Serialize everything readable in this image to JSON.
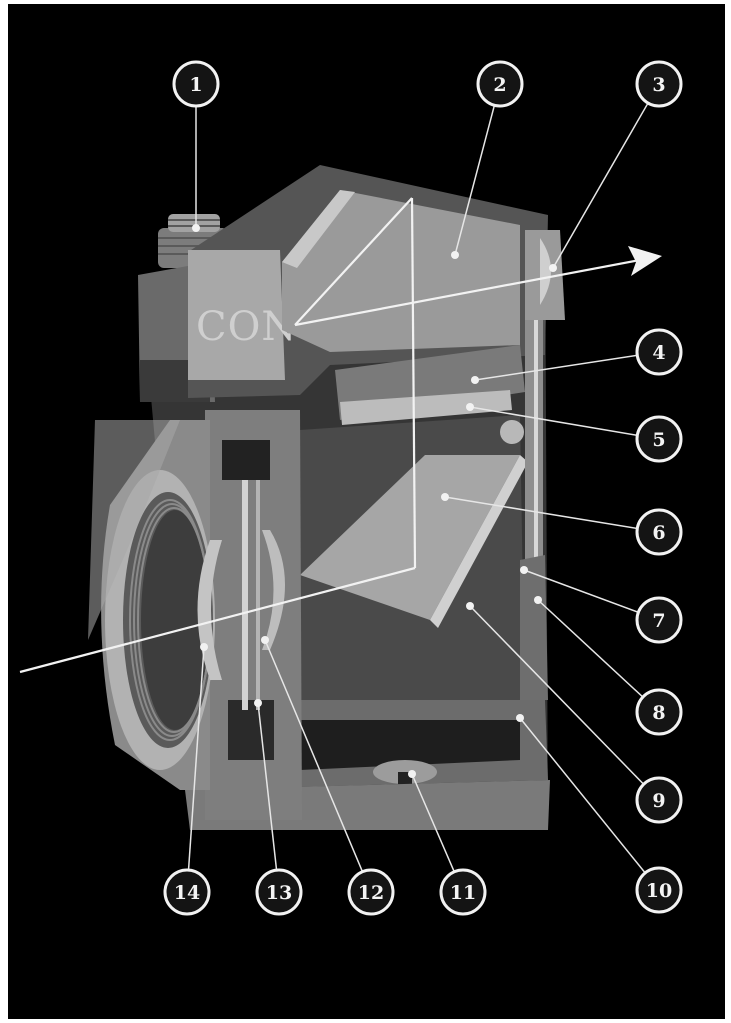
{
  "image": {
    "logo_text": "CONT",
    "background_color": "#000000",
    "body_color": "#8c8c8c",
    "light_color": "#b4b4b4",
    "dark_color": "#2a2a2a",
    "line_color": "#f2f2f2"
  },
  "callouts": [
    {
      "label": "1"
    },
    {
      "label": "2"
    },
    {
      "label": "3"
    },
    {
      "label": "4"
    },
    {
      "label": "5"
    },
    {
      "label": "6"
    },
    {
      "label": "7"
    },
    {
      "label": "8"
    },
    {
      "label": "9"
    },
    {
      "label": "10"
    },
    {
      "label": "11"
    },
    {
      "label": "12"
    },
    {
      "label": "13"
    },
    {
      "label": "14"
    }
  ]
}
